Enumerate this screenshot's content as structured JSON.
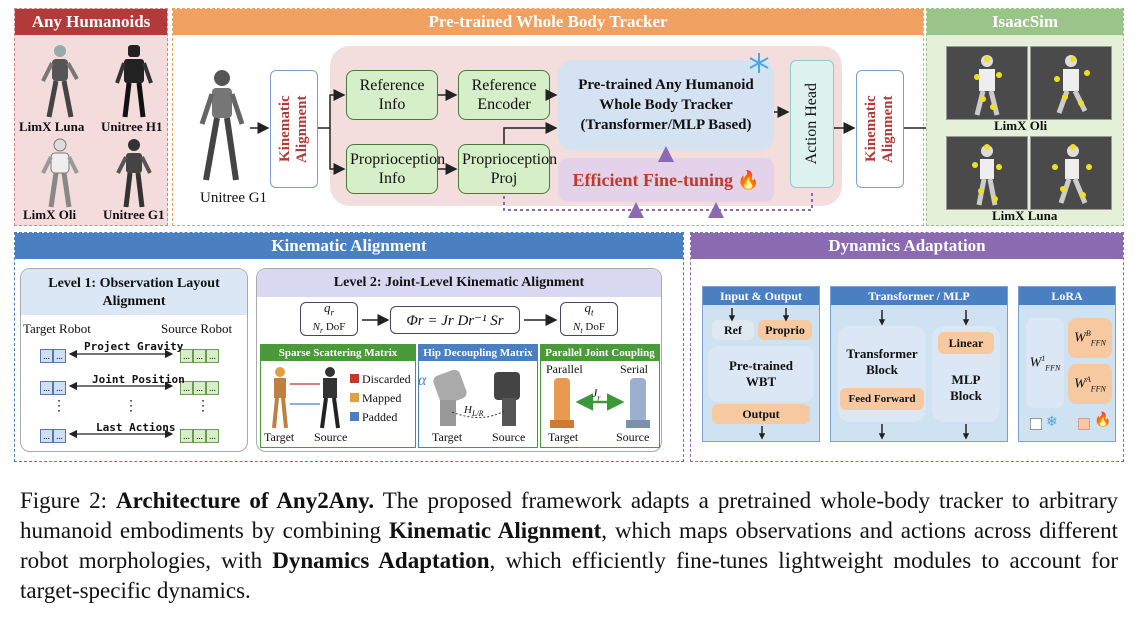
{
  "panels": {
    "any_humanoids": {
      "title": "Any Humanoids",
      "robots": [
        "LimX Luna",
        "Unitree H1",
        "LimX Oli",
        "Unitree G1"
      ]
    },
    "tracker": {
      "title": "Pre-trained Whole Body Tracker",
      "robot_label": "Unitree G1",
      "kinematic_alignment": "Kinematic Alignment",
      "reference_info": "Reference Info",
      "reference_encoder": "Reference Encoder",
      "proprioception_info": "Proprioception Info",
      "proprioception_proj": "Proprioception Proj",
      "core": "Pre-trained Any Humanoid Whole Body Tracker (Transformer/MLP Based)",
      "efficient": "Efficient Fine-tuning",
      "action_head": "Action Head"
    },
    "isaacsim": {
      "title": "IsaacSim",
      "labels": [
        "LimX Oli",
        "LimX Luna"
      ]
    },
    "kinematic": {
      "title": "Kinematic Alignment",
      "level1": {
        "title": "Level 1: Observation Layout Alignment",
        "target": "Target Robot",
        "source": "Source Robot",
        "rows": [
          "Project Gravity",
          "Joint Position",
          "Last Actions"
        ],
        "cell": "..."
      },
      "level2": {
        "title": "Level 2: Joint-Level Kinematic Alignment",
        "qr": "q",
        "qr_sub": "r",
        "nr_dof": "N",
        "nr_sub": "r",
        "dof": " DoF",
        "equation": "Φr = Jr Dr⁻¹ Sr",
        "qt": "q",
        "qt_sub": "t",
        "nt": "N",
        "nt_sub": "t",
        "sparse": "Sparse Scattering Matrix",
        "hip": "Hip Decoupling Matrix",
        "parallel": "Parallel Joint Coupling",
        "legend": [
          "Discarded",
          "Mapped",
          "Padded"
        ],
        "target": "Target",
        "source": "Source",
        "parallel_label": "Parallel",
        "serial_label": "Serial",
        "jr": "J",
        "jr_sub": "r",
        "alpha": "α",
        "hlr": "H",
        "hlr_sub": "L/R"
      }
    },
    "dynamics": {
      "title": "Dynamics Adaptation",
      "io": {
        "title": "Input & Output",
        "ref": "Ref",
        "proprio": "Proprio",
        "wbt": "Pre-trained WBT",
        "output": "Output"
      },
      "tm": {
        "title": "Transformer / MLP",
        "transformer": "Transformer Block",
        "ff": "Feed Forward",
        "linear": "Linear",
        "mlp": "MLP Block"
      },
      "lora": {
        "title": "LoRA",
        "w1": "W",
        "w1_sup": "1",
        "w1_sub": "FFN",
        "wb": "W",
        "wb_sup": "B",
        "wb_sub": "FFN",
        "wa": "W",
        "wa_sup": "A",
        "wa_sub": "FFN"
      }
    }
  },
  "caption": {
    "figure": "Figure 2:",
    "title": "Architecture of Any2Any.",
    "t1": " The proposed framework adapts a pretrained whole-body tracker to arbitrary humanoid embodiments by combining ",
    "b1": "Kinematic Alignment",
    "t2": ", which maps observations and actions across different robot morphologies, with ",
    "b2": "Dynamics Adaptation",
    "t3": ", which efficiently fine-tunes lightweight modules to account for target-specific dynamics."
  },
  "colors": {
    "red": "#b23a3a",
    "orange": "#f0a060",
    "green": "#9bc48a",
    "blue": "#4a7fc1",
    "purple": "#8a6ab0",
    "light_blue": "#dbe7f5"
  }
}
